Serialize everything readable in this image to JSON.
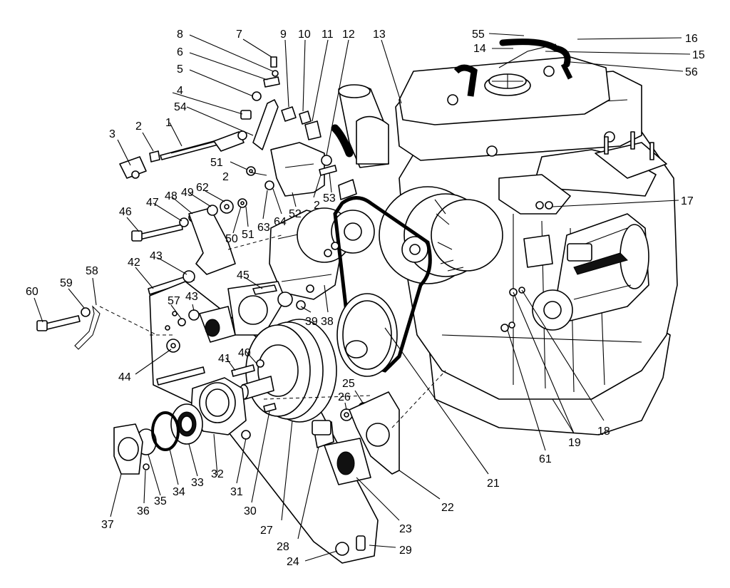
{
  "callouts": [
    {
      "id": "c1",
      "text": "1"
    },
    {
      "id": "c2a",
      "text": "2"
    },
    {
      "id": "c2b",
      "text": "2"
    },
    {
      "id": "c2c",
      "text": "2"
    },
    {
      "id": "c3",
      "text": "3"
    },
    {
      "id": "c4",
      "text": "4"
    },
    {
      "id": "c5",
      "text": "5"
    },
    {
      "id": "c6",
      "text": "6"
    },
    {
      "id": "c7",
      "text": "7"
    },
    {
      "id": "c8",
      "text": "8"
    },
    {
      "id": "c9",
      "text": "9"
    },
    {
      "id": "c10",
      "text": "10"
    },
    {
      "id": "c11",
      "text": "11"
    },
    {
      "id": "c12",
      "text": "12"
    },
    {
      "id": "c13",
      "text": "13"
    },
    {
      "id": "c14",
      "text": "14"
    },
    {
      "id": "c15",
      "text": "15"
    },
    {
      "id": "c16",
      "text": "16"
    },
    {
      "id": "c17",
      "text": "17"
    },
    {
      "id": "c18",
      "text": "18"
    },
    {
      "id": "c19",
      "text": "19"
    },
    {
      "id": "c21",
      "text": "21"
    },
    {
      "id": "c22",
      "text": "22"
    },
    {
      "id": "c23",
      "text": "23"
    },
    {
      "id": "c24",
      "text": "24"
    },
    {
      "id": "c25",
      "text": "25"
    },
    {
      "id": "c26",
      "text": "26"
    },
    {
      "id": "c27",
      "text": "27"
    },
    {
      "id": "c28",
      "text": "28"
    },
    {
      "id": "c29",
      "text": "29"
    },
    {
      "id": "c30",
      "text": "30"
    },
    {
      "id": "c31",
      "text": "31"
    },
    {
      "id": "c32",
      "text": "32"
    },
    {
      "id": "c33",
      "text": "33"
    },
    {
      "id": "c34",
      "text": "34"
    },
    {
      "id": "c35",
      "text": "35"
    },
    {
      "id": "c36",
      "text": "36"
    },
    {
      "id": "c37",
      "text": "37"
    },
    {
      "id": "c38",
      "text": "38"
    },
    {
      "id": "c39",
      "text": "39"
    },
    {
      "id": "c40",
      "text": "40"
    },
    {
      "id": "c41",
      "text": "41"
    },
    {
      "id": "c42",
      "text": "42"
    },
    {
      "id": "c43a",
      "text": "43"
    },
    {
      "id": "c43b",
      "text": "43"
    },
    {
      "id": "c44",
      "text": "44"
    },
    {
      "id": "c45",
      "text": "45"
    },
    {
      "id": "c46",
      "text": "46"
    },
    {
      "id": "c47",
      "text": "47"
    },
    {
      "id": "c48",
      "text": "48"
    },
    {
      "id": "c49",
      "text": "49"
    },
    {
      "id": "c50",
      "text": "50"
    },
    {
      "id": "c51a",
      "text": "51"
    },
    {
      "id": "c51b",
      "text": "51"
    },
    {
      "id": "c52",
      "text": "52"
    },
    {
      "id": "c53",
      "text": "53"
    },
    {
      "id": "c54",
      "text": "54"
    },
    {
      "id": "c55",
      "text": "55"
    },
    {
      "id": "c56",
      "text": "56"
    },
    {
      "id": "c57",
      "text": "57"
    },
    {
      "id": "c58",
      "text": "58"
    },
    {
      "id": "c59",
      "text": "59"
    },
    {
      "id": "c60",
      "text": "60"
    },
    {
      "id": "c61",
      "text": "61"
    },
    {
      "id": "c62",
      "text": "62"
    },
    {
      "id": "c63",
      "text": "63"
    },
    {
      "id": "c64",
      "text": "64"
    }
  ]
}
